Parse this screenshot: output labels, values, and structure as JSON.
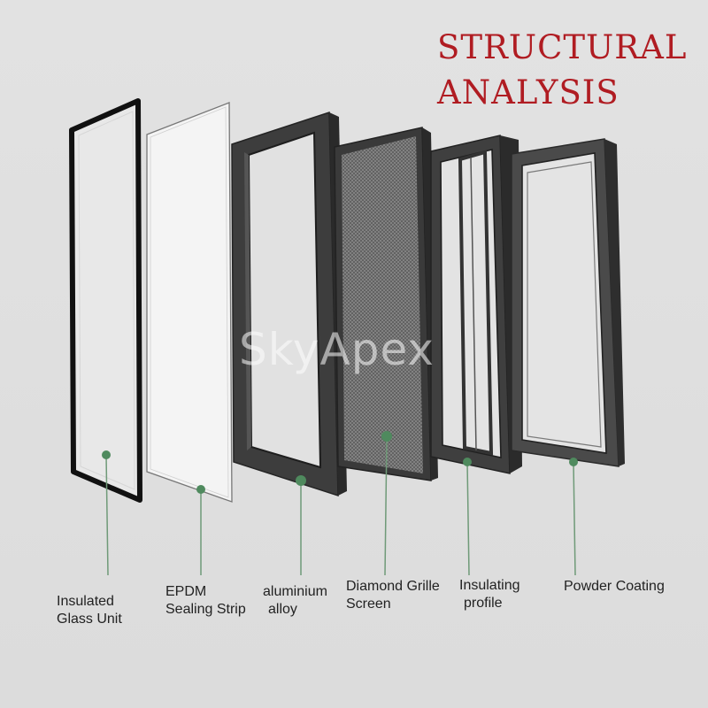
{
  "title": {
    "line1": "STRUCTURAL",
    "line2": "ANALYSIS"
  },
  "watermark": "SkyApex",
  "components": [
    {
      "id": "insulated-glass-unit",
      "lines": [
        "Insulated",
        "Glass Unit"
      ]
    },
    {
      "id": "epdm-sealing-strip",
      "lines": [
        "EPDM",
        "Sealing Strip"
      ]
    },
    {
      "id": "aluminium-alloy",
      "lines": [
        "aluminium",
        "alloy"
      ]
    },
    {
      "id": "diamond-grille-screen",
      "lines": [
        "Diamond Grille",
        "Screen"
      ]
    },
    {
      "id": "insulating-profile",
      "lines": [
        "Insulating",
        "profile"
      ]
    },
    {
      "id": "powder-coating",
      "lines": [
        "Powder Coating"
      ]
    }
  ],
  "colors": {
    "background": "#dedede",
    "title": "#b01c22",
    "frame": "#3a3a3a",
    "frame_dark": "#1c1c1c",
    "leader_line": "#6f9a78",
    "dot": "#4f8a5e",
    "label": "#222222"
  }
}
